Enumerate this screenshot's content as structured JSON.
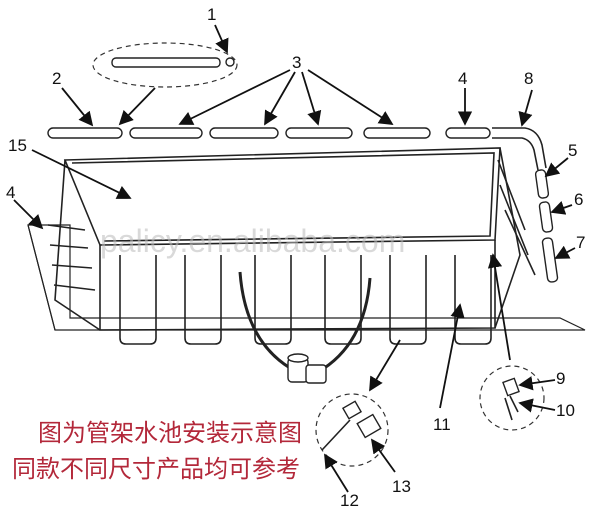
{
  "labels": {
    "p1": "1",
    "p2": "2",
    "p3": "3",
    "p4a": "4",
    "p4b": "4",
    "p5": "5",
    "p6": "6",
    "p7": "7",
    "p8": "8",
    "p9": "9",
    "p10": "10",
    "p11": "11",
    "p12": "12",
    "p13": "13",
    "p15": "15"
  },
  "watermark": "palicy.en.alibaba.com",
  "caption": {
    "line1": "图为管架水池安装示意图",
    "line2": "同款不同尺寸产品均可参考"
  },
  "colors": {
    "caption": "#b3283a",
    "line": "#222222"
  }
}
